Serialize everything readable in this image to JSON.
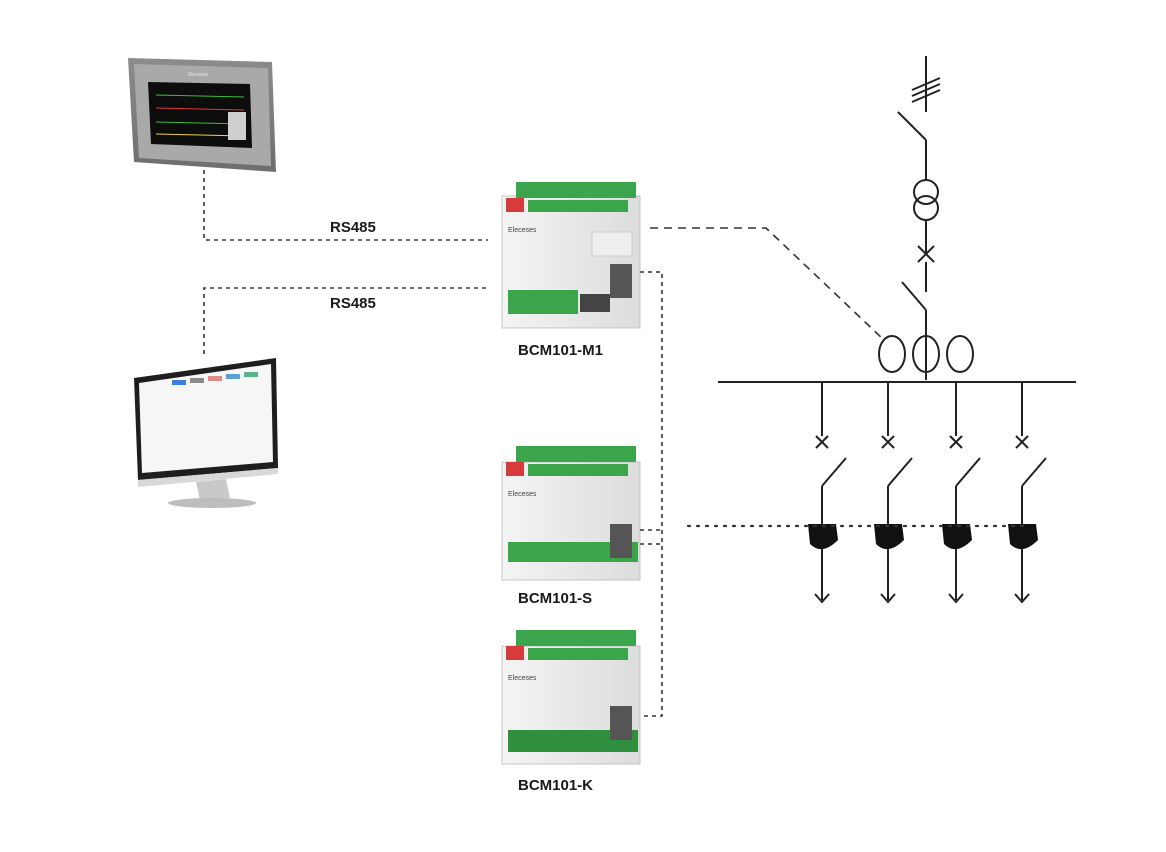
{
  "links": {
    "hmi_link_label": "RS485",
    "pc_link_label": "RS485"
  },
  "devices": {
    "main_module": {
      "label": "BCM101-M1",
      "brand": "Eleceses"
    },
    "s_module": {
      "label": "BCM101-S",
      "brand": "Eleceses"
    },
    "k_module": {
      "label": "BCM101-K",
      "brand": "Eleceses"
    }
  },
  "hmi_panel": {
    "brand": "Eleceses"
  },
  "feeders": {
    "count": 4
  }
}
